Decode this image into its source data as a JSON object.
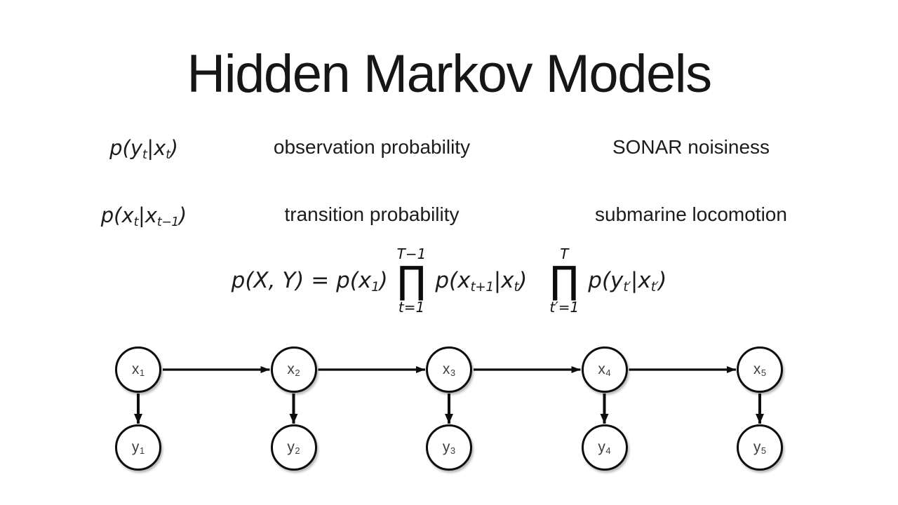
{
  "slide": {
    "title": "Hidden Markov Models",
    "background_color": "#ffffff",
    "text_color": "#1c1c1c",
    "node_label_color": "#3e3e3e"
  },
  "definitions": [
    {
      "formula": [
        {
          "n": "p(y"
        },
        {
          "s": "t"
        },
        {
          "n": "|x"
        },
        {
          "s": "t"
        },
        {
          "n": ")"
        }
      ],
      "label": "observation probability",
      "example": "SONAR noisiness"
    },
    {
      "formula": [
        {
          "n": "p(x"
        },
        {
          "s": "t"
        },
        {
          "n": "|x"
        },
        {
          "s": "t−1"
        },
        {
          "n": ")"
        }
      ],
      "label": "transition probability",
      "example": "submarine locomotion"
    }
  ],
  "equation": {
    "lhs": [
      {
        "n": "p(X, Y) = p(x"
      },
      {
        "s": "1"
      },
      {
        "n": ")"
      }
    ],
    "prod1": {
      "upper": "T−1",
      "symbol": "∏",
      "lower": "t=1"
    },
    "term1": [
      {
        "n": "p(x"
      },
      {
        "s": "t+1"
      },
      {
        "n": "|x"
      },
      {
        "s": "t"
      },
      {
        "n": ")"
      }
    ],
    "prod2": {
      "upper": "T",
      "symbol": "∏",
      "lower": "t′=1"
    },
    "term2": [
      {
        "n": "p(y"
      },
      {
        "s": "t′"
      },
      {
        "n": "|x"
      },
      {
        "s": "t′"
      },
      {
        "n": ")"
      }
    ]
  },
  "diagram": {
    "x_nodes": [
      {
        "base": "x",
        "sub": "1"
      },
      {
        "base": "x",
        "sub": "2"
      },
      {
        "base": "x",
        "sub": "3"
      },
      {
        "base": "x",
        "sub": "4"
      },
      {
        "base": "x",
        "sub": "5"
      }
    ],
    "y_nodes": [
      {
        "base": "y",
        "sub": "1"
      },
      {
        "base": "y",
        "sub": "2"
      },
      {
        "base": "y",
        "sub": "3"
      },
      {
        "base": "y",
        "sub": "4"
      },
      {
        "base": "y",
        "sub": "5"
      }
    ],
    "edges": {
      "horizontal": [
        "x1→x2",
        "x2→x3",
        "x3→x4",
        "x4→x5"
      ],
      "vertical": [
        "x1→y1",
        "x2→y2",
        "x3→y3",
        "x4→y4",
        "x5→y5"
      ]
    }
  }
}
